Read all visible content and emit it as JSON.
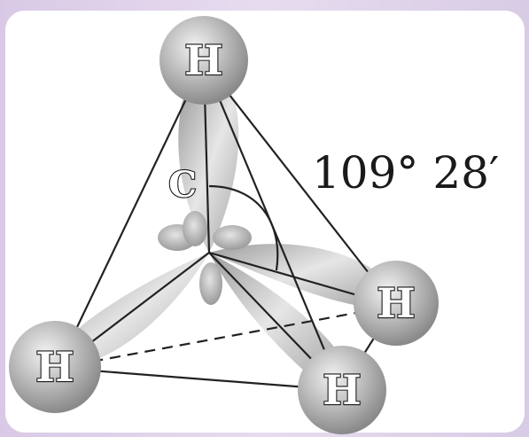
{
  "diagram": {
    "central_atom": "C",
    "hydrogens": [
      "H",
      "H",
      "H",
      "H"
    ],
    "bond_angle": "109° 28′"
  },
  "colors": {
    "background": "#e3d6ec",
    "card": "#ffffff",
    "orbital": "#b8b8b8",
    "atom": "#a9a9a9",
    "line": "#222222"
  }
}
